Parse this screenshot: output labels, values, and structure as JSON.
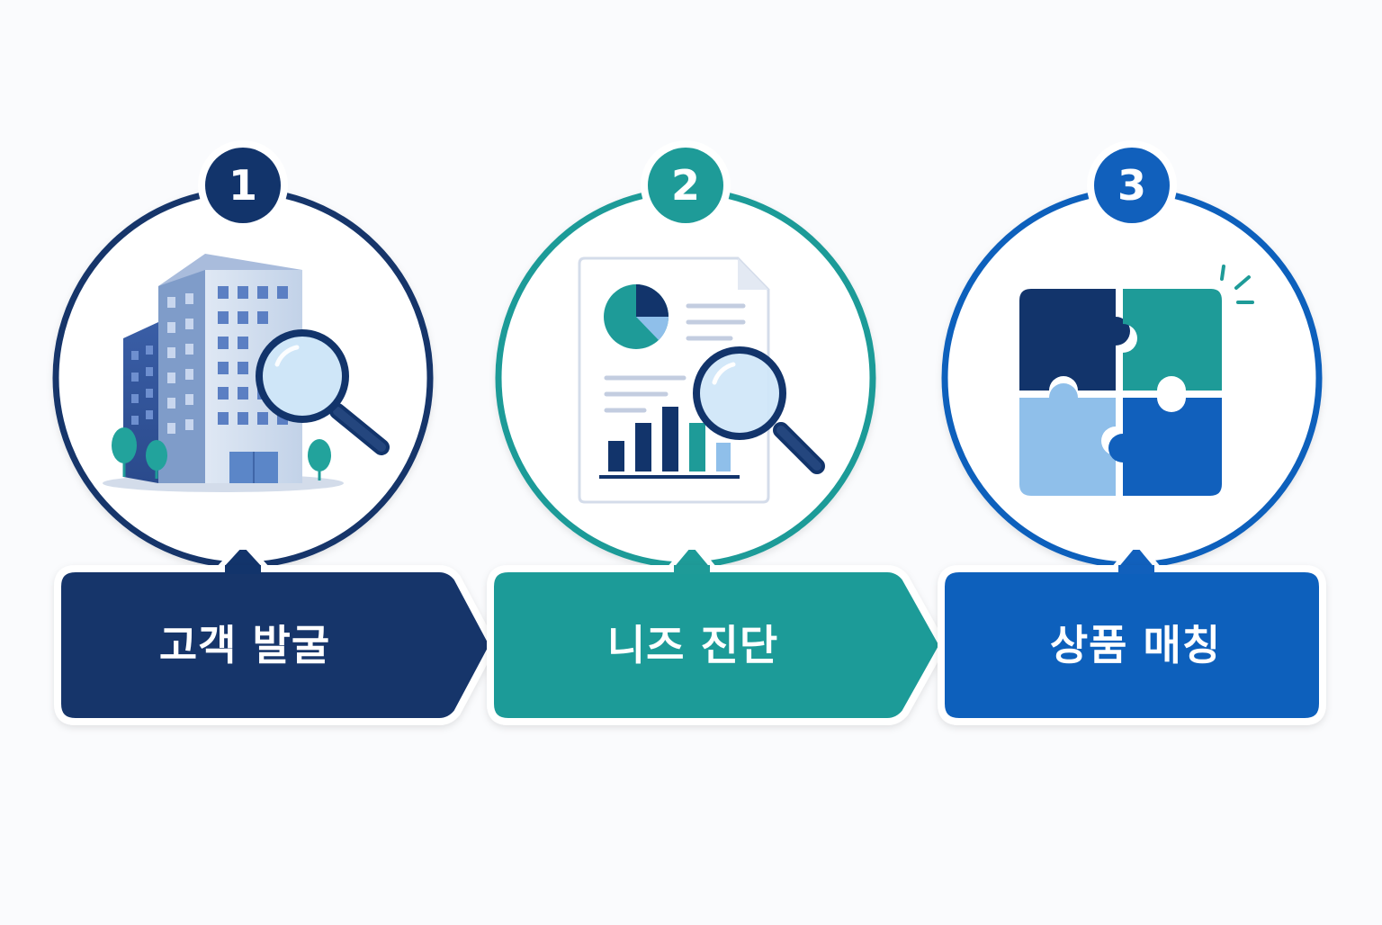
{
  "steps": [
    {
      "number": "1",
      "label": "고객 발굴",
      "icon": "building-search-icon",
      "color": "#12346b"
    },
    {
      "number": "2",
      "label": "니즈 진단",
      "icon": "report-search-icon",
      "color": "#1e9b98"
    },
    {
      "number": "3",
      "label": "상품 매칭",
      "icon": "puzzle-icon",
      "color": "#1160bc"
    }
  ],
  "colors": {
    "navy": "#12346b",
    "teal": "#1e9b98",
    "blue": "#1160bc",
    "light_blue": "#8fbfea",
    "background": "#fafbfd"
  }
}
